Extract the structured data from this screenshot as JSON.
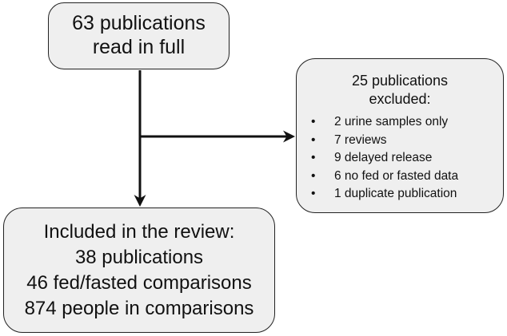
{
  "top_box": {
    "lines": [
      "63 publications",
      "read in full"
    ]
  },
  "excluded_box": {
    "title_lines": [
      "25 publications",
      "excluded:"
    ],
    "bullet_glyph": "•",
    "items": [
      "2 urine samples only",
      "7 reviews",
      "9 delayed release",
      "6 no fed or fasted data",
      "1 duplicate publication"
    ]
  },
  "included_box": {
    "lines": [
      "Included in the review:",
      "38 publications",
      "46 fed/fasted comparisons",
      "874 people in comparisons"
    ]
  },
  "colors": {
    "box_fill": "#efefef",
    "stroke": "#222222"
  }
}
